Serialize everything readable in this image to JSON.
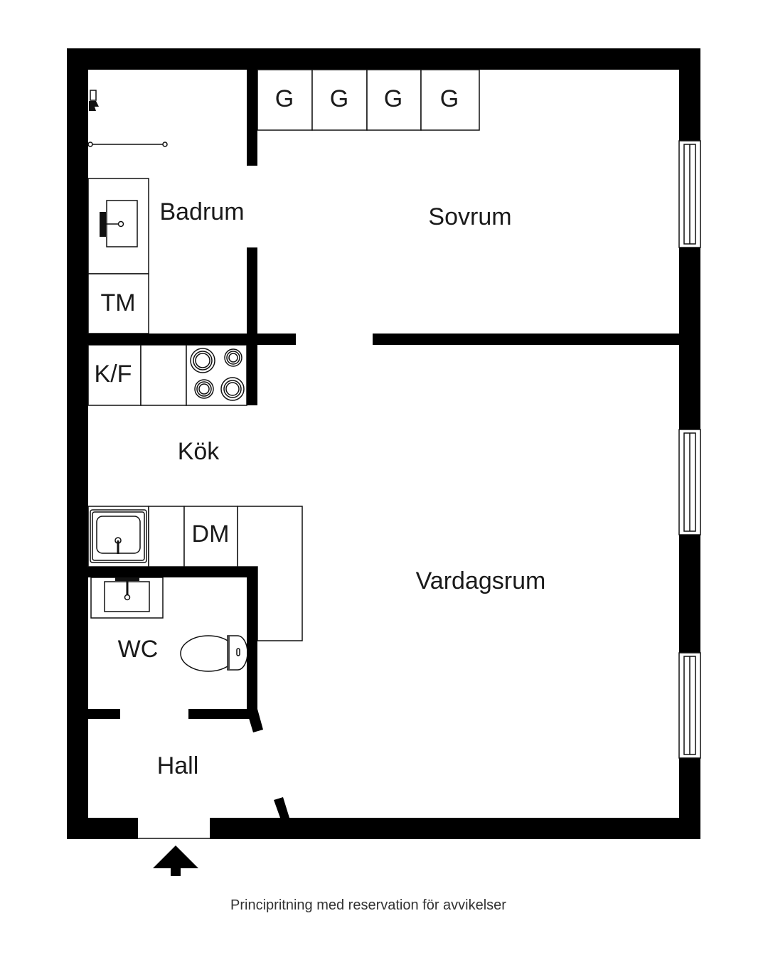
{
  "rooms": {
    "bathroom": "Badrum",
    "bedroom": "Sovrum",
    "kitchen": "Kök",
    "living_room": "Vardagsrum",
    "wc": "WC",
    "hall": "Hall"
  },
  "fixtures": {
    "wardrobes": [
      "G",
      "G",
      "G",
      "G"
    ],
    "washing_machine": "TM",
    "fridge_freezer": "K/F",
    "dishwasher": "DM"
  },
  "footer_note": "Principritning med reservation för avvikelser",
  "colors": {
    "wall": "#000000",
    "background": "#ffffff"
  }
}
